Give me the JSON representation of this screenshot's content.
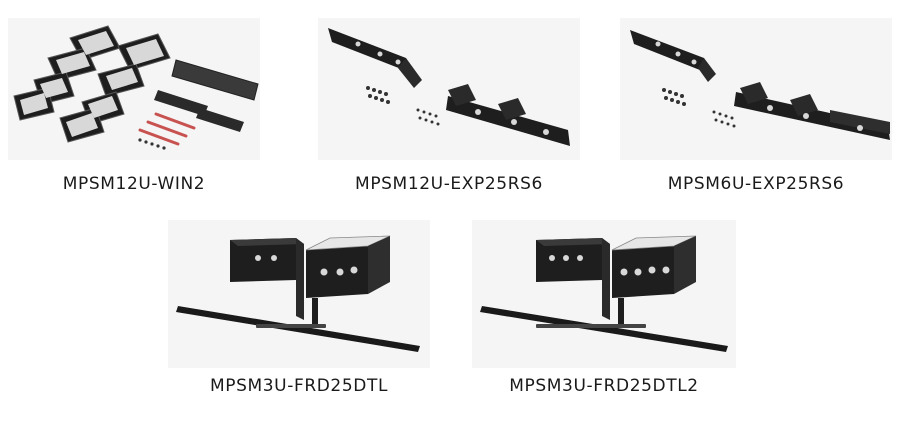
{
  "colors": {
    "background": "#ffffff",
    "tile": "#f5f5f5",
    "part_dark": "#1e1e1e",
    "part_mid": "#3a3a3a",
    "part_light": "#d8d8d8",
    "accent_red": "#c7524f",
    "caption": "#1a1a1a"
  },
  "products": [
    {
      "label": "MPSM12U-WIN2",
      "icon": "window-kit-icon"
    },
    {
      "label": "MPSM12U-EXP25RS6",
      "icon": "expansion-rail-kit-icon"
    },
    {
      "label": "MPSM6U-EXP25RS6",
      "icon": "expansion-rail-kit-icon"
    },
    {
      "label": "MPSM3U-FRD25DTL",
      "icon": "bracket-rail-kit-icon"
    },
    {
      "label": "MPSM3U-FRD25DTL2",
      "icon": "bracket-rail-kit-icon"
    }
  ]
}
